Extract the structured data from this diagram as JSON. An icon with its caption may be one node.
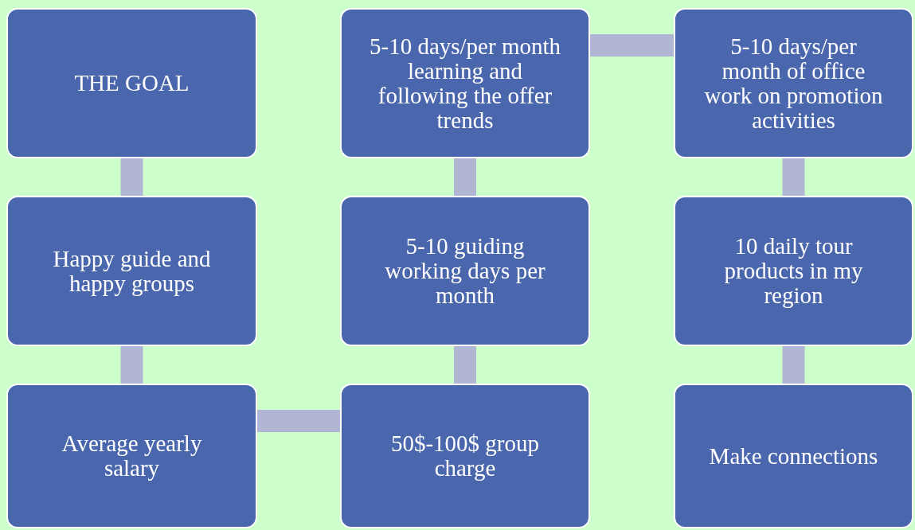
{
  "diagram": {
    "nodes": [
      {
        "text": [
          "THE GOAL"
        ]
      },
      {
        "text": [
          "5-10 days/per month learning and following the offer trends"
        ]
      },
      {
        "text": [
          "5-10 days/per month of office work on promotion activities"
        ]
      },
      {
        "text": [
          "Happy guide and happy groups"
        ]
      },
      {
        "text": [
          "5-10 guiding working days per month"
        ]
      },
      {
        "text": [
          "10 daily tour products in my region"
        ]
      },
      {
        "text": [
          "Average yearly salary"
        ]
      },
      {
        "text": [
          "50$-100$ group charge"
        ]
      },
      {
        "text": [
          "Make connections"
        ]
      }
    ],
    "edges": [
      {
        "from": 0,
        "to": 3,
        "arrow": "none"
      },
      {
        "from": 3,
        "to": 6,
        "arrow": "none"
      },
      {
        "from": 6,
        "to": 7,
        "arrow": "none"
      },
      {
        "from": 7,
        "to": 4,
        "arrow": "none"
      },
      {
        "from": 4,
        "to": 1,
        "arrow": "none"
      },
      {
        "from": 1,
        "to": 2,
        "arrow": "none"
      },
      {
        "from": 2,
        "to": 5,
        "arrow": "none"
      },
      {
        "from": 5,
        "to": 8,
        "arrow": "none"
      }
    ]
  }
}
